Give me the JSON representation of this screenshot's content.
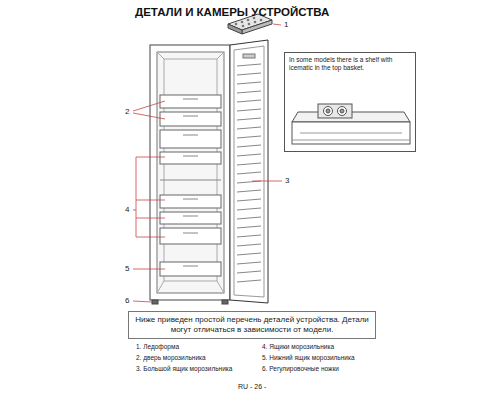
{
  "diagram": {
    "title": "ДЕТАЛИ И КАМЕРЫ УСТРОЙСТВА",
    "nodes": [
      {
        "text": [
          "In some models there is a shelf with icematic in the top basket."
        ]
      },
      {
        "text": [
          "Ниже приведен простой перечень деталей устройства. Детали могут отличаться в зависимости от модели."
        ]
      }
    ],
    "labels": [
      "1",
      "2",
      "3",
      "4",
      "5",
      "6",
      "1. Ледоформа",
      "2. дверь морозильника",
      "3. Большой ящик морозильника",
      "4. Ящики морозильника",
      "5. Нижний ящик морозильника",
      "6. Регулировочные ножки",
      "RU - 26 -"
    ]
  }
}
